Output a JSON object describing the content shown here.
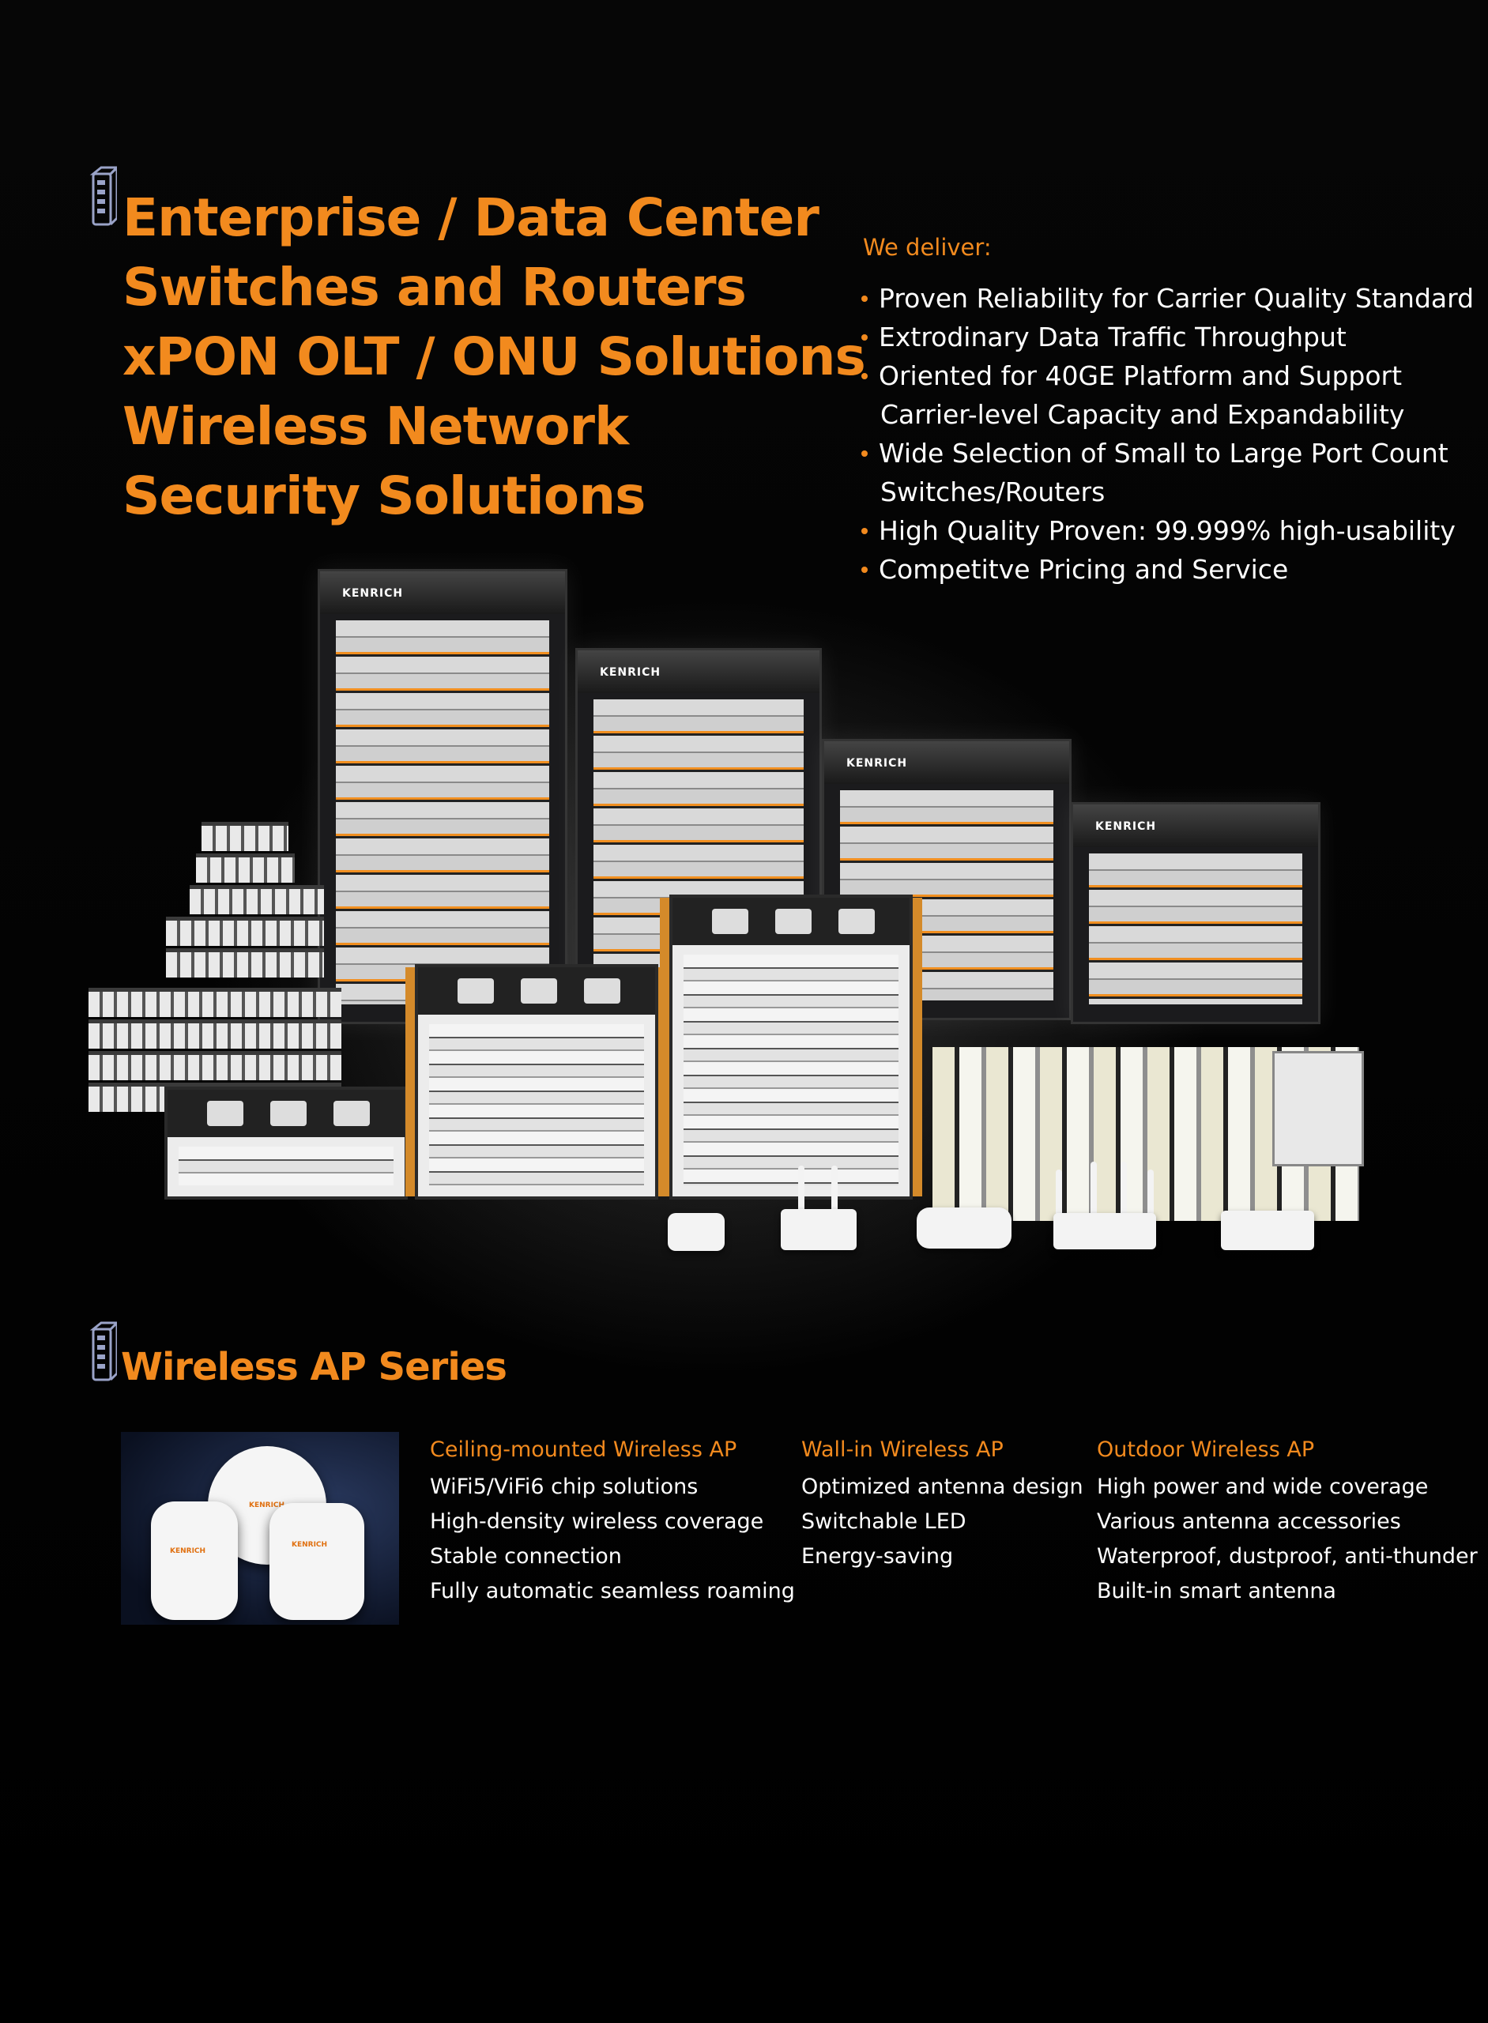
{
  "hero": {
    "title_lines": [
      "Enterprise / Data Center",
      "Switches and Routers",
      "xPON OLT / ONU Solutions",
      "Wireless Network",
      "Security Solutions"
    ],
    "deliver_label": "We deliver:",
    "bullets": [
      "Proven Reliability for Carrier Quality  Standard",
      "Extrodinary Data Traffic Throughput",
      "Oriented for 40GE Platform and Support",
      "Carrier-level Capacity and Expandability",
      "Wide Selection of Small to Large Port Count",
      "Switches/Routers",
      "High Quality Proven: 99.999% high-usability",
      "Competitve Pricing and Service"
    ]
  },
  "products": {
    "brand": "KENRICH",
    "icon": "network-device-icon"
  },
  "wireless_ap": {
    "title": "Wireless AP Series",
    "photo_brand": "KENRICH",
    "columns": [
      {
        "heading": "Ceiling-mounted Wireless AP",
        "items": [
          "WiFi5/ViFi6 chip solutions",
          "High-density wireless coverage",
          "Stable connection",
          "Fully automatic seamless roaming"
        ]
      },
      {
        "heading": "Wall-in Wireless AP",
        "items": [
          "Optimized antenna design",
          "Switchable LED",
          "Energy-saving"
        ]
      },
      {
        "heading": "Outdoor Wireless AP",
        "items": [
          "High power and wide coverage",
          "Various antenna accessories",
          "Waterproof, dustproof, anti-thunder",
          "Built-in smart antenna"
        ]
      }
    ]
  },
  "colors": {
    "accent": "#f28a1e",
    "background": "#000000",
    "text": "#ffffff"
  }
}
